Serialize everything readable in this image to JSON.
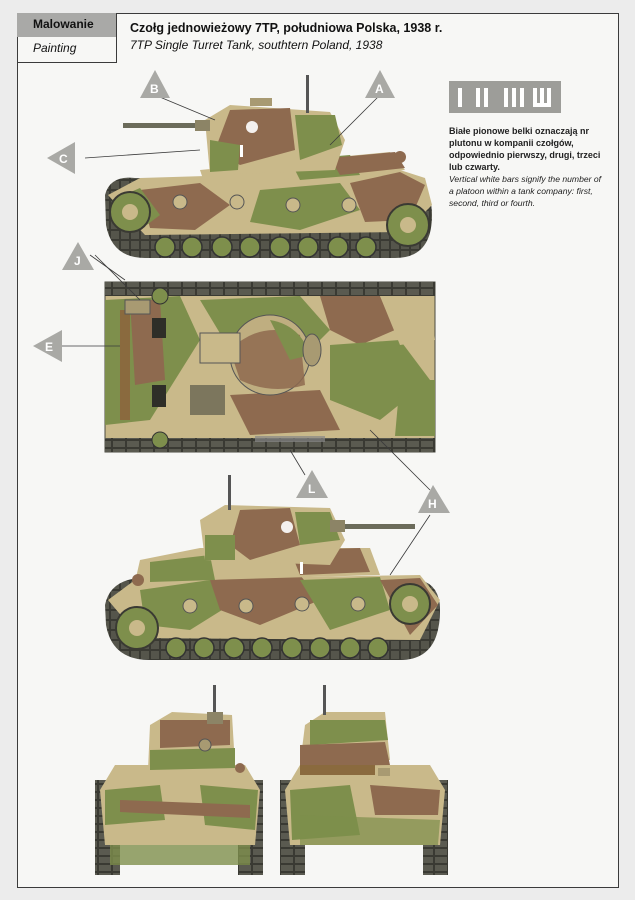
{
  "header": {
    "tab_pl": "Malowanie",
    "tab_en": "Painting",
    "title_pl": "Czołg jednowieżowy 7TP, południowa Polska, 1938 r.",
    "title_en": "7TP Single Turret Tank, southtern Poland, 1938"
  },
  "legend": {
    "text_pl": "Białe pionowe belki oznaczają nr plutonu w kompanii czołgów, odpowiednio pierwszy, drugi, trzeci lub czwarty.",
    "text_en": "Vertical white bars signify the number of a platoon within a tank company: first, second, third or fourth."
  },
  "callouts": [
    "A",
    "B",
    "C",
    "E",
    "H",
    "J",
    "L"
  ],
  "colors": {
    "sand": "#c9b98a",
    "green": "#7e8f4c",
    "brown": "#8e6a4f",
    "dark": "#2e2e28",
    "callout": "#a9a9a5",
    "legend_bg": "#9d9d99"
  }
}
